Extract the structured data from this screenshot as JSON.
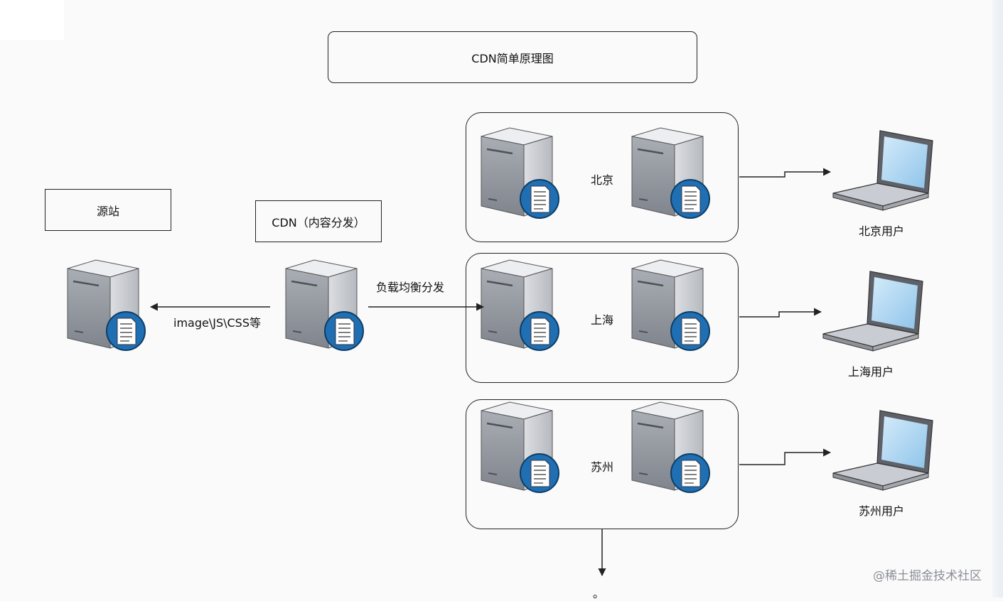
{
  "diagram": {
    "title": "CDN简单原理图",
    "origin": {
      "label": "源站"
    },
    "cdn": {
      "label": "CDN（内容分发）"
    },
    "edge_labels": {
      "origin_link": "image\\JS\\CSS等",
      "distribution": "负载均衡分发"
    },
    "regions": [
      {
        "name": "北京",
        "user_label": "北京用户"
      },
      {
        "name": "上海",
        "user_label": "上海用户"
      },
      {
        "name": "苏州",
        "user_label": "苏州用户"
      }
    ],
    "continuation": "。",
    "watermark": "@稀土掘金技术社区",
    "colors": {
      "line": "#222222",
      "server_body": "#8f939b",
      "badge": "#1f6fb2",
      "screen": "#a9d3f0"
    }
  }
}
